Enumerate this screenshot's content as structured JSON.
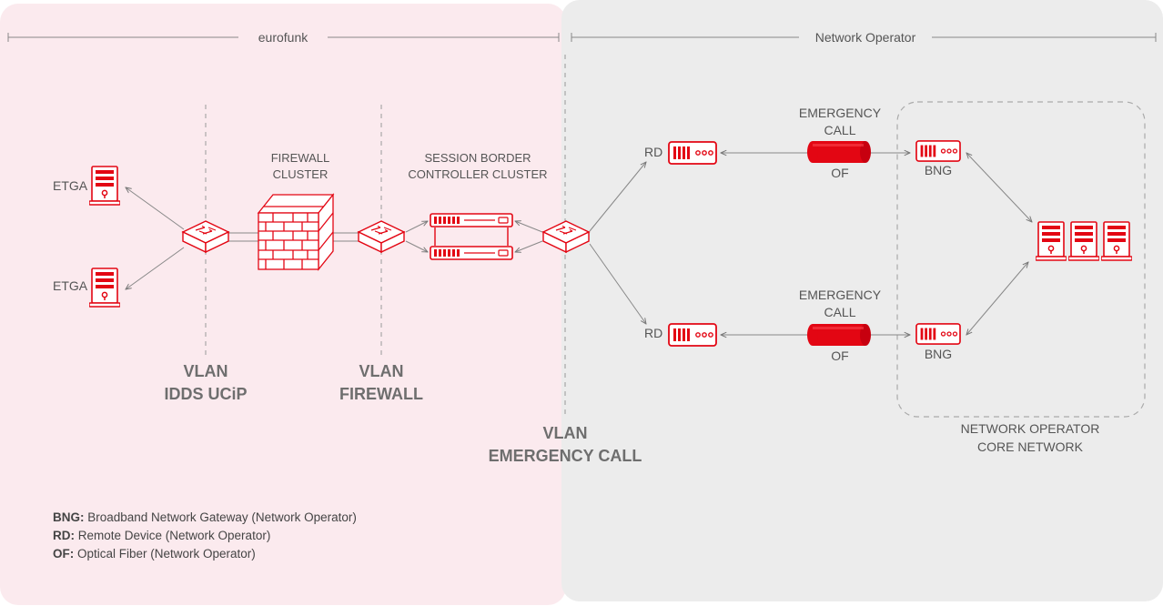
{
  "zones": {
    "left": {
      "label": "eurofunk"
    },
    "right": {
      "label": "Network Operator"
    }
  },
  "labels": {
    "etga_top": "ETGA",
    "etga_bottom": "ETGA",
    "firewall_cluster_1": "FIREWALL",
    "firewall_cluster_2": "CLUSTER",
    "sbc_1": "SESSION BORDER",
    "sbc_2": "CONTROLLER CLUSTER",
    "rd_top": "RD",
    "rd_bottom": "RD",
    "ec_top_1": "EMERGENCY",
    "ec_top_2": "CALL",
    "of_top": "OF",
    "ec_bottom_1": "EMERGENCY",
    "ec_bottom_2": "CALL",
    "of_bottom": "OF",
    "bng_top": "BNG",
    "bng_bottom": "BNG",
    "core_1": "NETWORK OPERATOR",
    "core_2": "CORE NETWORK"
  },
  "vlans": [
    {
      "line1": "VLAN",
      "line2": "IDDS UCiP"
    },
    {
      "line1": "VLAN",
      "line2": "FIREWALL"
    },
    {
      "line1": "VLAN",
      "line2": "EMERGENCY CALL"
    }
  ],
  "legend": [
    {
      "abbr": "BNG:",
      "text": " Broadband Network Gateway (Network Operator)"
    },
    {
      "abbr": "RD:",
      "text": " Remote Device (Network Operator)"
    },
    {
      "abbr": "OF:",
      "text": " Optical Fiber (Network Operator)"
    }
  ],
  "colors": {
    "accent": "#e30613",
    "left_zone_bg": "#fbeaee",
    "right_zone_bg": "#ececec",
    "line": "#888888",
    "text": "#555555"
  },
  "icons": {
    "server": "server-tower-icon",
    "switch": "network-switch-icon",
    "firewall": "firewall-brick-icon",
    "rack": "rack-device-icon",
    "fiber": "optical-fiber-cylinder-icon"
  }
}
